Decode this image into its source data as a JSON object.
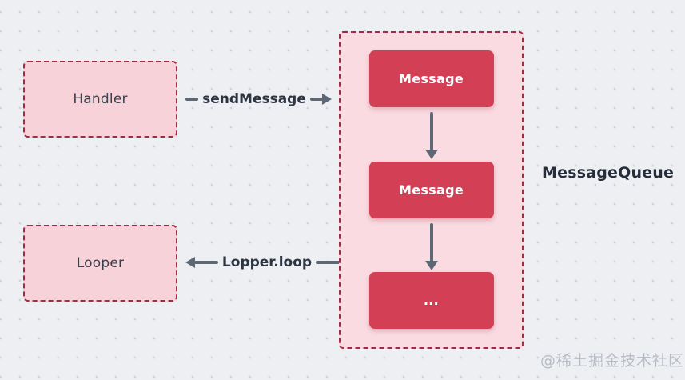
{
  "diagram": {
    "nodes": {
      "handler": {
        "label": "Handler"
      },
      "looper": {
        "label": "Looper"
      }
    },
    "queue": {
      "title": "MessageQueue",
      "items": [
        "Message",
        "Message",
        "..."
      ]
    },
    "edges": {
      "send": {
        "label": "sendMessage",
        "direction": "right",
        "from": "Handler",
        "to": "MessageQueue"
      },
      "loop": {
        "label": "Lopper.loop",
        "direction": "left",
        "from": "MessageQueue",
        "to": "Looper"
      }
    },
    "colors": {
      "background": "#edeff3",
      "grid_dot": "#d2d5db",
      "node_fill": "#f8d2d9",
      "queue_fill": "#f9dbe1",
      "dashed_border": "#a32a42",
      "message_fill": "#d34056",
      "message_text": "#ffffff",
      "arrow": "#5d6874",
      "label_text": "#2e3542",
      "watermark_text": "#b7bcc6"
    }
  },
  "watermark": {
    "text": "@稀土掘金技术社区"
  }
}
